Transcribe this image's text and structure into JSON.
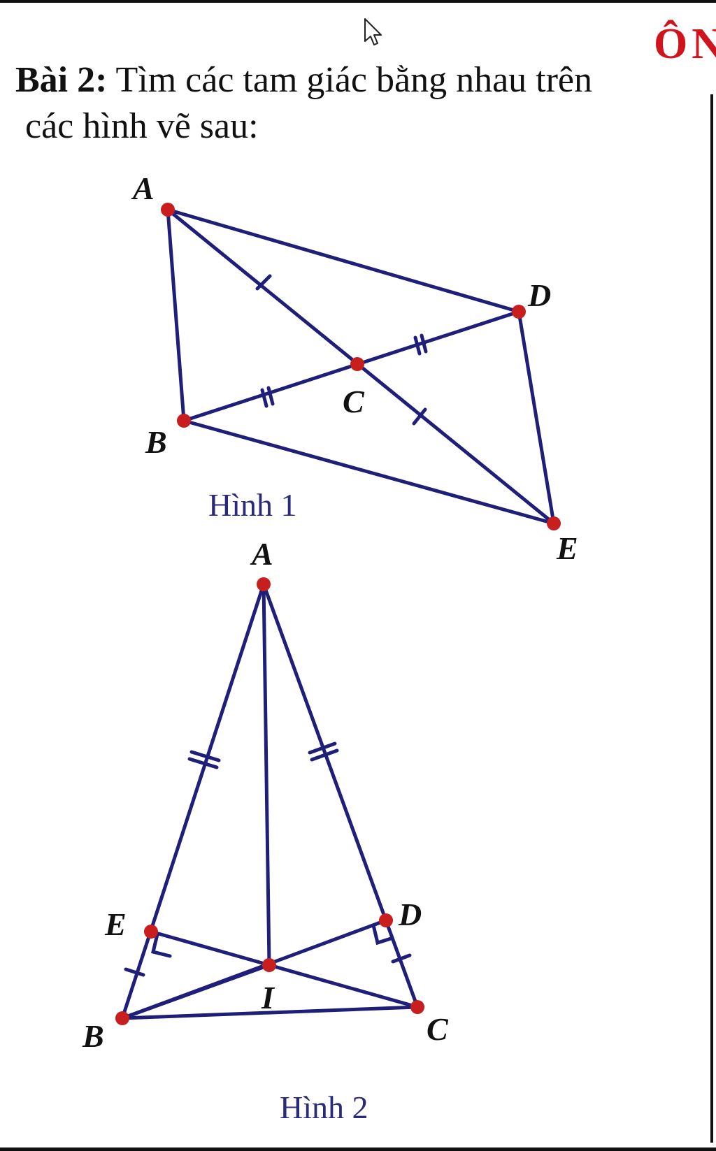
{
  "problem": {
    "label": "Bài 2:",
    "text_line1": "Tìm các tam giác bằng nhau trên",
    "text_line2": "các hình vẽ sau:"
  },
  "corner_text": "ÔN",
  "figure1": {
    "caption": "Hình 1",
    "points": {
      "A": "A",
      "B": "B",
      "C": "C",
      "D": "D",
      "E": "E"
    }
  },
  "figure2": {
    "caption": "Hình 2",
    "points": {
      "A": "A",
      "B": "B",
      "C": "C",
      "D": "D",
      "E": "E",
      "I": "I"
    }
  },
  "colors": {
    "line": "#1f1f7a",
    "point": "#c81e1e",
    "corner_text": "#d0141d"
  }
}
